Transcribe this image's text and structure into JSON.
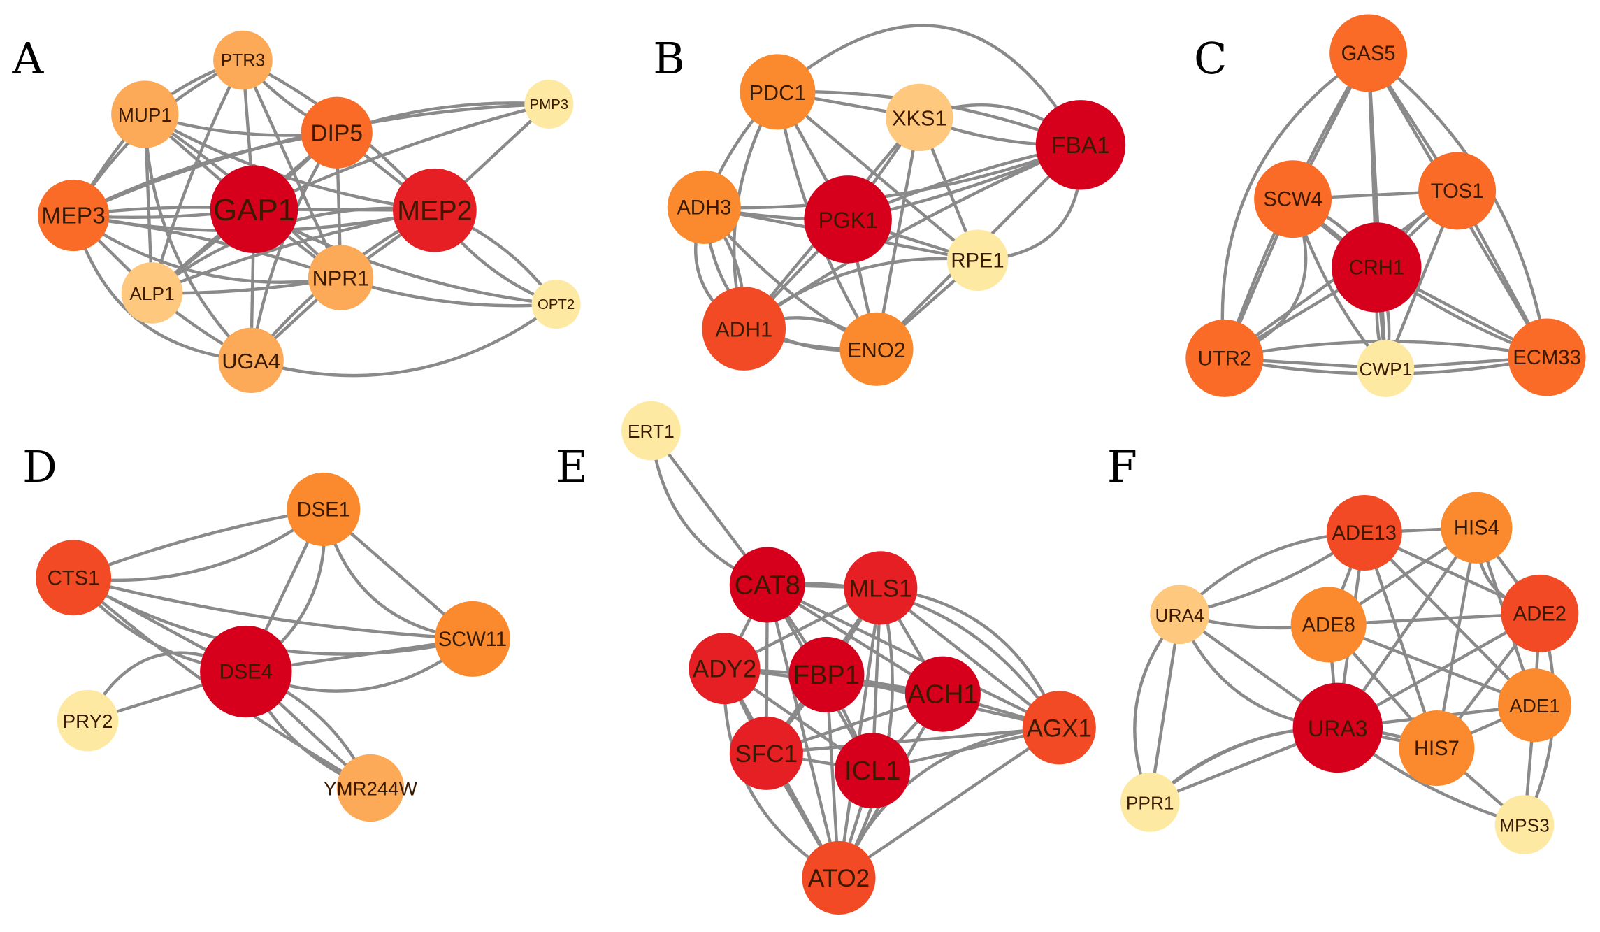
{
  "colors": {
    "deep_red": "#d6001c",
    "red": "#e51f23",
    "red_orange": "#f24a24",
    "orange": "#f96b26",
    "mid_orange": "#fb8a2e",
    "light_orange": "#fdaa58",
    "pale_orange": "#fec87e",
    "pale_yellow": "#fee9a3",
    "edge": "#8a8a8a"
  },
  "panels": [
    {
      "id": "A",
      "letter": "A",
      "nodes": [
        {
          "id": "PTR3",
          "label": "PTR3",
          "color": "light_orange"
        },
        {
          "id": "MUP1",
          "label": "MUP1",
          "color": "light_orange"
        },
        {
          "id": "DIP5",
          "label": "DIP5",
          "color": "orange"
        },
        {
          "id": "PMP3",
          "label": "PMP3",
          "color": "pale_yellow"
        },
        {
          "id": "MEP3",
          "label": "MEP3",
          "color": "orange"
        },
        {
          "id": "GAP1",
          "label": "GAP1",
          "color": "deep_red"
        },
        {
          "id": "MEP2",
          "label": "MEP2",
          "color": "red"
        },
        {
          "id": "ALP1",
          "label": "ALP1",
          "color": "pale_orange"
        },
        {
          "id": "NPR1",
          "label": "NPR1",
          "color": "light_orange"
        },
        {
          "id": "OPT2",
          "label": "OPT2",
          "color": "pale_yellow"
        },
        {
          "id": "UGA4",
          "label": "UGA4",
          "color": "light_orange"
        }
      ]
    },
    {
      "id": "B",
      "letter": "B",
      "nodes": [
        {
          "id": "PDC1",
          "label": "PDC1",
          "color": "mid_orange"
        },
        {
          "id": "XKS1",
          "label": "XKS1",
          "color": "pale_orange"
        },
        {
          "id": "FBA1",
          "label": "FBA1",
          "color": "deep_red"
        },
        {
          "id": "ADH3",
          "label": "ADH3",
          "color": "mid_orange"
        },
        {
          "id": "PGK1",
          "label": "PGK1",
          "color": "deep_red"
        },
        {
          "id": "RPE1",
          "label": "RPE1",
          "color": "pale_yellow"
        },
        {
          "id": "ADH1",
          "label": "ADH1",
          "color": "red_orange"
        },
        {
          "id": "ENO2",
          "label": "ENO2",
          "color": "mid_orange"
        }
      ]
    },
    {
      "id": "C",
      "letter": "C",
      "nodes": [
        {
          "id": "GAS5",
          "label": "GAS5",
          "color": "orange"
        },
        {
          "id": "SCW4",
          "label": "SCW4",
          "color": "orange"
        },
        {
          "id": "TOS1",
          "label": "TOS1",
          "color": "orange"
        },
        {
          "id": "CRH1",
          "label": "CRH1",
          "color": "deep_red"
        },
        {
          "id": "UTR2",
          "label": "UTR2",
          "color": "orange"
        },
        {
          "id": "CWP1",
          "label": "CWP1",
          "color": "pale_yellow"
        },
        {
          "id": "ECM33",
          "label": "ECM33",
          "color": "orange"
        }
      ]
    },
    {
      "id": "D",
      "letter": "D",
      "nodes": [
        {
          "id": "DSE1",
          "label": "DSE1",
          "color": "mid_orange"
        },
        {
          "id": "CTS1",
          "label": "CTS1",
          "color": "red_orange"
        },
        {
          "id": "SCW11",
          "label": "SCW11",
          "color": "mid_orange"
        },
        {
          "id": "DSE4",
          "label": "DSE4",
          "color": "deep_red"
        },
        {
          "id": "PRY2",
          "label": "PRY2",
          "color": "pale_yellow"
        },
        {
          "id": "YMR244W",
          "label": "YMR244W",
          "color": "light_orange"
        }
      ]
    },
    {
      "id": "E",
      "letter": "E",
      "nodes": [
        {
          "id": "ERT1",
          "label": "ERT1",
          "color": "pale_yellow"
        },
        {
          "id": "CAT8",
          "label": "CAT8",
          "color": "deep_red"
        },
        {
          "id": "MLS1",
          "label": "MLS1",
          "color": "red"
        },
        {
          "id": "ADY2",
          "label": "ADY2",
          "color": "red"
        },
        {
          "id": "FBP1",
          "label": "FBP1",
          "color": "deep_red"
        },
        {
          "id": "ACH1",
          "label": "ACH1",
          "color": "deep_red"
        },
        {
          "id": "AGX1",
          "label": "AGX1",
          "color": "red_orange"
        },
        {
          "id": "SFC1",
          "label": "SFC1",
          "color": "red"
        },
        {
          "id": "ICL1",
          "label": "ICL1",
          "color": "deep_red"
        },
        {
          "id": "ATO2",
          "label": "ATO2",
          "color": "red_orange"
        }
      ]
    },
    {
      "id": "F",
      "letter": "F",
      "nodes": [
        {
          "id": "ADE13",
          "label": "ADE13",
          "color": "red_orange"
        },
        {
          "id": "HIS4",
          "label": "HIS4",
          "color": "mid_orange"
        },
        {
          "id": "URA4",
          "label": "URA4",
          "color": "pale_orange"
        },
        {
          "id": "ADE8",
          "label": "ADE8",
          "color": "mid_orange"
        },
        {
          "id": "ADE2",
          "label": "ADE2",
          "color": "red_orange"
        },
        {
          "id": "ADE1",
          "label": "ADE1",
          "color": "mid_orange"
        },
        {
          "id": "URA3",
          "label": "URA3",
          "color": "deep_red"
        },
        {
          "id": "HIS7",
          "label": "HIS7",
          "color": "mid_orange"
        },
        {
          "id": "PPR1",
          "label": "PPR1",
          "color": "pale_yellow"
        },
        {
          "id": "MPS3",
          "label": "MPS3",
          "color": "pale_yellow"
        }
      ]
    }
  ]
}
